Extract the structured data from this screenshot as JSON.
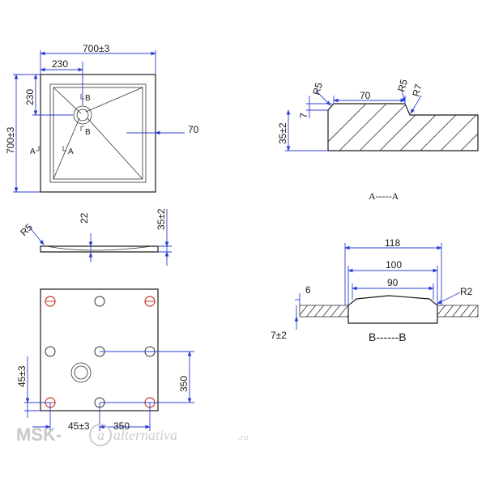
{
  "top_view": {
    "width_label": "700±3",
    "height_label": "700±3",
    "offset_x_label": "230",
    "offset_y_label": "230",
    "drain_offset_label": "70",
    "section_a_left": "A",
    "section_a_right": "A",
    "section_b_top": "B",
    "section_b_bottom": "B"
  },
  "side_view": {
    "radius_label": "R5",
    "depth_label": "22",
    "height_label": "35±2"
  },
  "bottom_view": {
    "vertical_offset_label": "45±3",
    "horizontal_offset_label": "45±3",
    "spacing_x_label": "350",
    "spacing_y_label": "350"
  },
  "section_a": {
    "radius_left_label": "R5",
    "length_label": "70",
    "radius_mid_label": "R5",
    "radius_right_label": "R7",
    "edge_height_label": "7",
    "height_label": "35±2",
    "caption": "A-----A"
  },
  "section_b": {
    "outer_label": "118",
    "mid_label": "100",
    "inner_label": "90",
    "radius_label": "R2",
    "step_label": "6",
    "depth_label": "7±2",
    "caption": "B------B"
  },
  "watermark": {
    "brand": "MSK-",
    "script": "alternativa",
    "suffix": ".ru"
  }
}
